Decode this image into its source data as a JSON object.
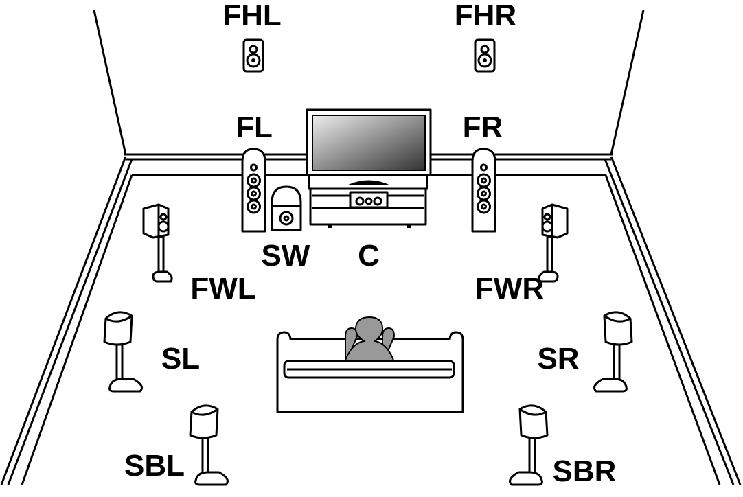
{
  "labels": {
    "fhl": "FHL",
    "fhr": "FHR",
    "fl": "FL",
    "fr": "FR",
    "sw": "SW",
    "c": "C",
    "fwl": "FWL",
    "fwr": "FWR",
    "sl": "SL",
    "sr": "SR",
    "sbl": "SBL",
    "sbr": "SBR"
  },
  "colors": {
    "line": "#000000",
    "person": "#999999",
    "background": "#ffffff"
  }
}
